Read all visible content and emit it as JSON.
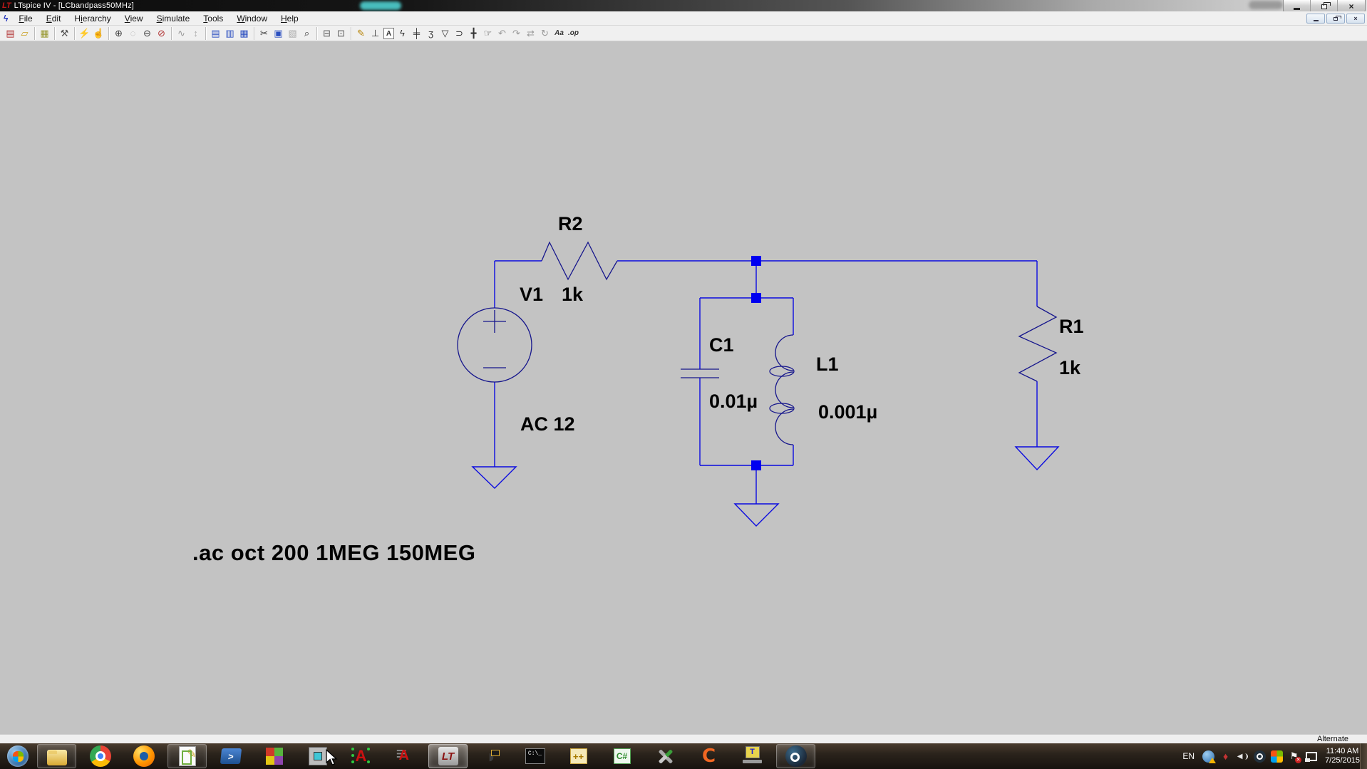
{
  "window": {
    "title": "LTspice IV - [LCbandpass50MHz]"
  },
  "menu": {
    "items": [
      {
        "label": "File",
        "accel": 0
      },
      {
        "label": "Edit",
        "accel": 0
      },
      {
        "label": "Hierarchy",
        "accel": 1
      },
      {
        "label": "View",
        "accel": 0
      },
      {
        "label": "Simulate",
        "accel": 0
      },
      {
        "label": "Tools",
        "accel": 0
      },
      {
        "label": "Window",
        "accel": 0
      },
      {
        "label": "Help",
        "accel": 0
      }
    ]
  },
  "toolbar": {
    "icons": [
      {
        "name": "new-schematic-icon",
        "glyph": "▤",
        "color": "#b03030"
      },
      {
        "name": "open-file-icon",
        "glyph": "▱",
        "color": "#c8a020"
      },
      {
        "sep": true
      },
      {
        "name": "save-icon",
        "glyph": "▦",
        "color": "#97972f"
      },
      {
        "sep": true
      },
      {
        "name": "control-panel-icon",
        "glyph": "⚒",
        "color": "#555555"
      },
      {
        "sep": true
      },
      {
        "name": "run-icon",
        "glyph": "⚡",
        "color": "#333333"
      },
      {
        "name": "halt-icon",
        "glyph": "☝",
        "color": "#aaaaaa"
      },
      {
        "sep": true
      },
      {
        "name": "zoom-in-icon",
        "glyph": "⊕",
        "color": "#404040"
      },
      {
        "name": "zoom-pan-icon",
        "glyph": "◌",
        "color": "#aaaaaa"
      },
      {
        "name": "zoom-out-icon",
        "glyph": "⊖",
        "color": "#404040"
      },
      {
        "name": "zoom-full-extents-icon",
        "glyph": "⊘",
        "color": "#b03030"
      },
      {
        "sep": true
      },
      {
        "name": "waveform-icon",
        "glyph": "∿",
        "color": "#999999"
      },
      {
        "name": "autorange-icon",
        "glyph": "↕",
        "color": "#aaaaaa"
      },
      {
        "sep": true
      },
      {
        "name": "tile-horizontal-icon",
        "glyph": "▤",
        "color": "#2b4fc0"
      },
      {
        "name": "cascade-windows-icon",
        "glyph": "▥",
        "color": "#2b4fc0"
      },
      {
        "name": "tile-vertical-icon",
        "glyph": "▦",
        "color": "#2b4fc0"
      },
      {
        "sep": true
      },
      {
        "name": "cut-icon",
        "glyph": "✂",
        "color": "#333333"
      },
      {
        "name": "copy-icon",
        "glyph": "▣",
        "color": "#2b4fc0"
      },
      {
        "name": "paste-icon",
        "glyph": "▧",
        "color": "#aaaaaa"
      },
      {
        "name": "find-icon",
        "glyph": "⌕",
        "color": "#333333"
      },
      {
        "sep": true
      },
      {
        "name": "print-icon",
        "glyph": "⊟",
        "color": "#555555"
      },
      {
        "name": "print-preview-icon",
        "glyph": "⊡",
        "color": "#555555"
      },
      {
        "sep": true
      },
      {
        "name": "wire-icon",
        "glyph": "✎",
        "color": "#b8860b"
      },
      {
        "name": "ground-icon",
        "glyph": "⊥",
        "color": "#333333"
      },
      {
        "name": "net-label-icon",
        "glyph": "A",
        "color": "#333333",
        "boxed": true
      },
      {
        "name": "resistor-icon",
        "glyph": "ϟ",
        "color": "#333333"
      },
      {
        "name": "capacitor-icon",
        "glyph": "╪",
        "color": "#333333"
      },
      {
        "name": "inductor-icon",
        "glyph": "ʒ",
        "color": "#333333"
      },
      {
        "name": "diode-icon",
        "glyph": "▽",
        "color": "#333333"
      },
      {
        "name": "component-icon",
        "glyph": "⊃",
        "color": "#333333"
      },
      {
        "name": "move-icon",
        "glyph": "╋",
        "color": "#333333"
      },
      {
        "name": "drag-icon",
        "glyph": "☞",
        "color": "#333333"
      },
      {
        "name": "undo-icon",
        "glyph": "↶",
        "color": "#999999"
      },
      {
        "name": "redo-icon",
        "glyph": "↷",
        "color": "#999999"
      },
      {
        "name": "mirror-icon",
        "glyph": "⇄",
        "color": "#999999"
      },
      {
        "name": "rotate-icon",
        "glyph": "↻",
        "color": "#999999"
      },
      {
        "name": "text-icon",
        "glyph": "Aa",
        "color": "#333333",
        "small": true
      },
      {
        "name": "spice-directive-icon",
        "glyph": ".op",
        "color": "#333333",
        "small": true
      }
    ]
  },
  "schematic": {
    "directive": ".ac oct 200 1MEG 150MEG",
    "v1": {
      "ref": "V1",
      "value": "AC 12"
    },
    "r2": {
      "ref": "R2",
      "value": "1k"
    },
    "r1": {
      "ref": "R1",
      "value": "1k"
    },
    "c1": {
      "ref": "C1",
      "value": "0.01µ"
    },
    "l1": {
      "ref": "L1",
      "value": "0.001µ"
    },
    "colors": {
      "wire": "#0b0be0",
      "component": "#16168c",
      "node": "#0000f0",
      "label": "#000000",
      "canvas": "#c3c3c3"
    }
  },
  "status": {
    "text": "Alternate"
  },
  "taskbar": {
    "apps": [
      {
        "name": "explorer",
        "active": true
      },
      {
        "name": "chrome"
      },
      {
        "name": "firefox"
      },
      {
        "name": "notepadpp",
        "active": true
      },
      {
        "name": "powershell"
      },
      {
        "name": "squares"
      },
      {
        "name": "pcbchip"
      },
      {
        "name": "altiumsch"
      },
      {
        "name": "altiumpcb"
      },
      {
        "name": "ltspice",
        "pressed": true
      },
      {
        "name": "chipcrescent"
      },
      {
        "name": "cmd"
      },
      {
        "name": "cpp"
      },
      {
        "name": "csharp"
      },
      {
        "name": "tools"
      },
      {
        "name": "cura"
      },
      {
        "name": "laptop"
      },
      {
        "name": "steam",
        "active": true
      }
    ],
    "tray": {
      "language": "EN",
      "icons": [
        "globe-warning",
        "audio-device",
        "speaker",
        "steam-tray",
        "windows-update",
        "action-center",
        "network"
      ],
      "time": "11:40 AM",
      "date": "7/25/2015"
    }
  }
}
